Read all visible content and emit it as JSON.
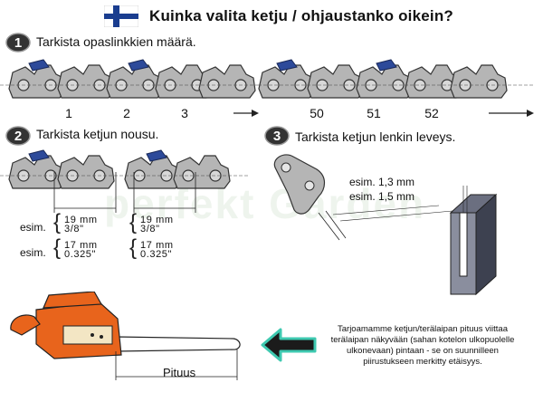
{
  "header": {
    "title": "Kuinka valita ketju / ohjaustanko oikein?",
    "flag": "finnish-flag",
    "colors": {
      "flag_blue": "#1a3d8f",
      "flag_white": "#ffffff"
    }
  },
  "steps": [
    {
      "number": "1",
      "label": "Tarkista opaslinkkien määrä."
    },
    {
      "number": "2",
      "label": "Tarkista ketjun nousu."
    },
    {
      "number": "3",
      "label": "Tarkista ketjun lenkin leveys."
    }
  ],
  "step1": {
    "link_numbers_left": [
      "1",
      "2",
      "3"
    ],
    "link_numbers_right": [
      "50",
      "51",
      "52"
    ]
  },
  "step2": {
    "pitch_rows": [
      {
        "prefix": "esim.",
        "values": [
          "19 mm",
          "3/8\""
        ],
        "values_right": [
          "19 mm",
          "3/8\""
        ]
      },
      {
        "prefix": "esim.",
        "values": [
          "17 mm",
          "0.325\""
        ],
        "values_right": [
          "17 mm",
          "0.325\""
        ]
      }
    ]
  },
  "step3": {
    "widths": [
      "esim. 1,3 mm",
      "esim. 1,5 mm"
    ]
  },
  "bottom": {
    "info_text": "Tarjoamamme ketjun/terälaipan pituus viittaa terälaipan näkyvään (sahan kotelon ulkopuolelle ulkonevaan) pintaan - se on suunnilleen piirustukseen merkitty etäisyys.",
    "length_label": "Pituus",
    "arrow_icon": "left-arrow-icon",
    "colors": {
      "saw_orange": "#e8641c",
      "arrow_glow": "#3ec9b0"
    }
  },
  "watermark": "perfekt Garden"
}
